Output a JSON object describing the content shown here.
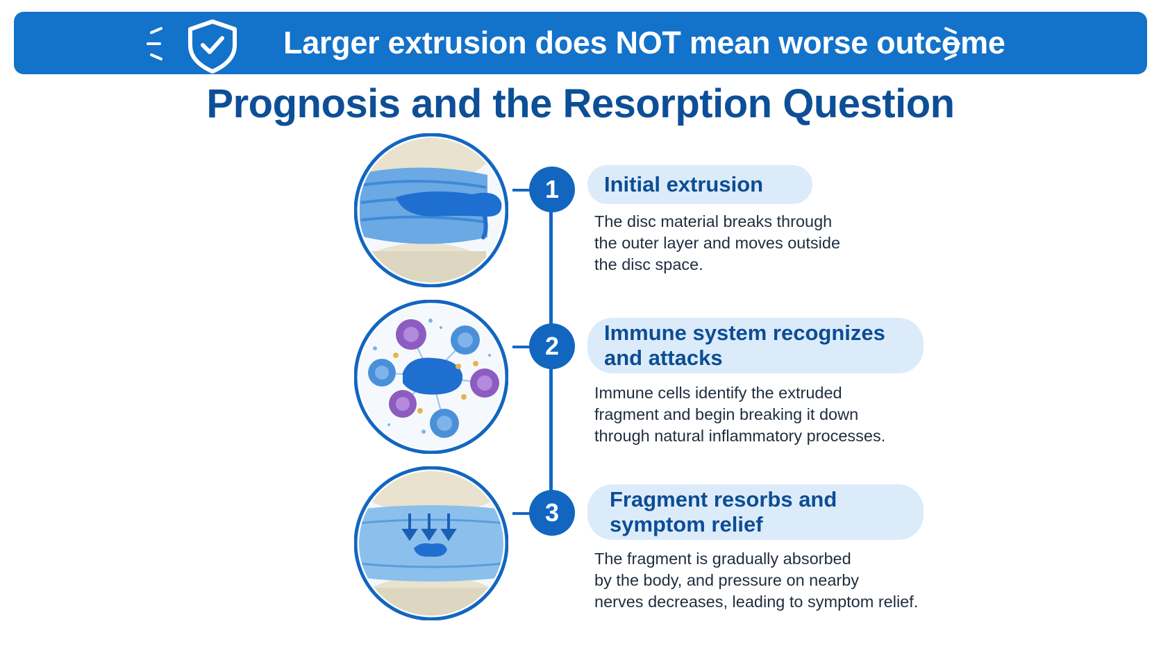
{
  "banner": {
    "text": "Larger extrusion does NOT mean worse outcome",
    "icon": "shield-check-icon"
  },
  "title": "Prognosis and the Resorption Question",
  "colors": {
    "banner_bg": "#1372c9",
    "title": "#0d4f97",
    "accent": "#1266c0",
    "pill_bg": "#dcebfa",
    "body_text": "#1f2d3d"
  },
  "steps": [
    {
      "number": "1",
      "title_lines": [
        "Initial extrusion"
      ],
      "description_lines": [
        "The disc material breaks through",
        "the outer layer and moves outside",
        "the disc space."
      ],
      "illustration": "disc-extrusion-illustration"
    },
    {
      "number": "2",
      "title_lines": [
        "Immune system recognizes",
        "and attacks"
      ],
      "description_lines": [
        "Immune cells identify the extruded",
        "fragment and begin breaking it down",
        "through natural inflammatory processes."
      ],
      "illustration": "immune-cells-illustration"
    },
    {
      "number": "3",
      "title_lines": [
        "Fragment resorbs and",
        "symptom relief"
      ],
      "description_lines": [
        "The fragment is gradually absorbed",
        "by the body, and pressure on nearby",
        "nerves decreases, leading to symptom relief."
      ],
      "illustration": "disc-resorption-illustration"
    }
  ]
}
